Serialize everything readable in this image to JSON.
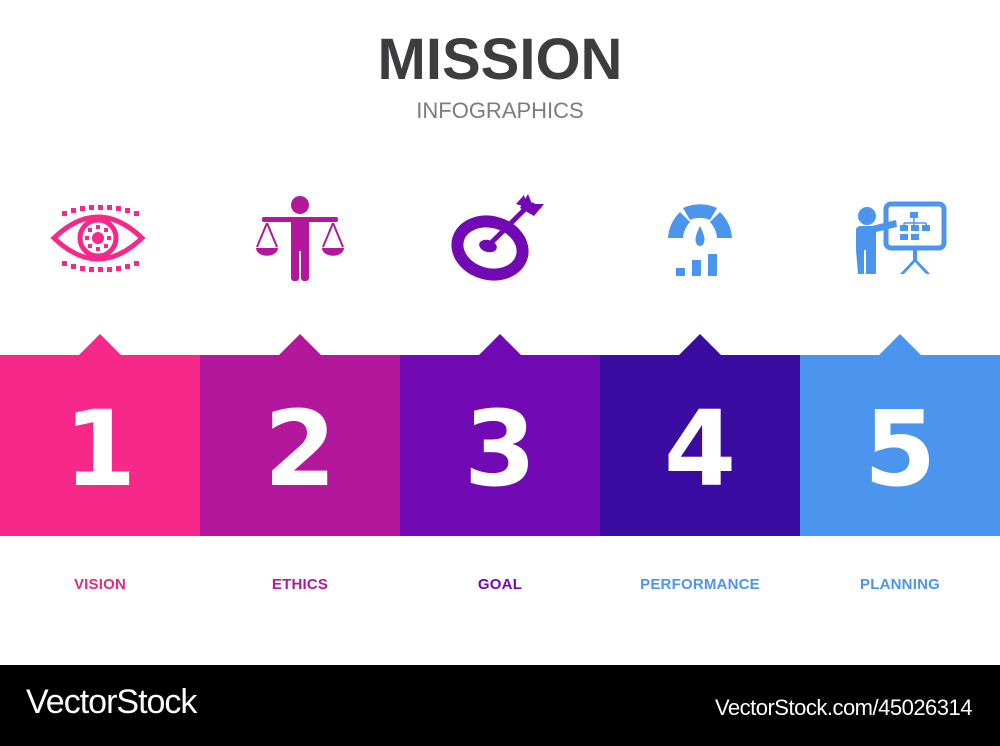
{
  "header": {
    "title": "MISSION",
    "subtitle": "INFOGRAPHICS"
  },
  "steps": [
    {
      "number": "1",
      "label": "VISION",
      "icon": "eye-icon",
      "color": "#f62889",
      "label_color": "#e8287f"
    },
    {
      "number": "2",
      "label": "ETHICS",
      "icon": "scales-person-icon",
      "color": "#b3189c",
      "label_color": "#b3189c"
    },
    {
      "number": "3",
      "label": "GOAL",
      "icon": "target-dart-icon",
      "color": "#710ab5",
      "label_color": "#710ab5"
    },
    {
      "number": "4",
      "label": "PERFORMANCE",
      "icon": "gauge-icon",
      "color": "#3a0ca1",
      "label_color": "#4c94ee"
    },
    {
      "number": "5",
      "label": "PLANNING",
      "icon": "presentation-icon",
      "color": "#4b95ee",
      "label_color": "#4b95ee"
    }
  ],
  "footer": {
    "brand": "VectorStock",
    "reference": "VectorStock.com/45026314"
  }
}
